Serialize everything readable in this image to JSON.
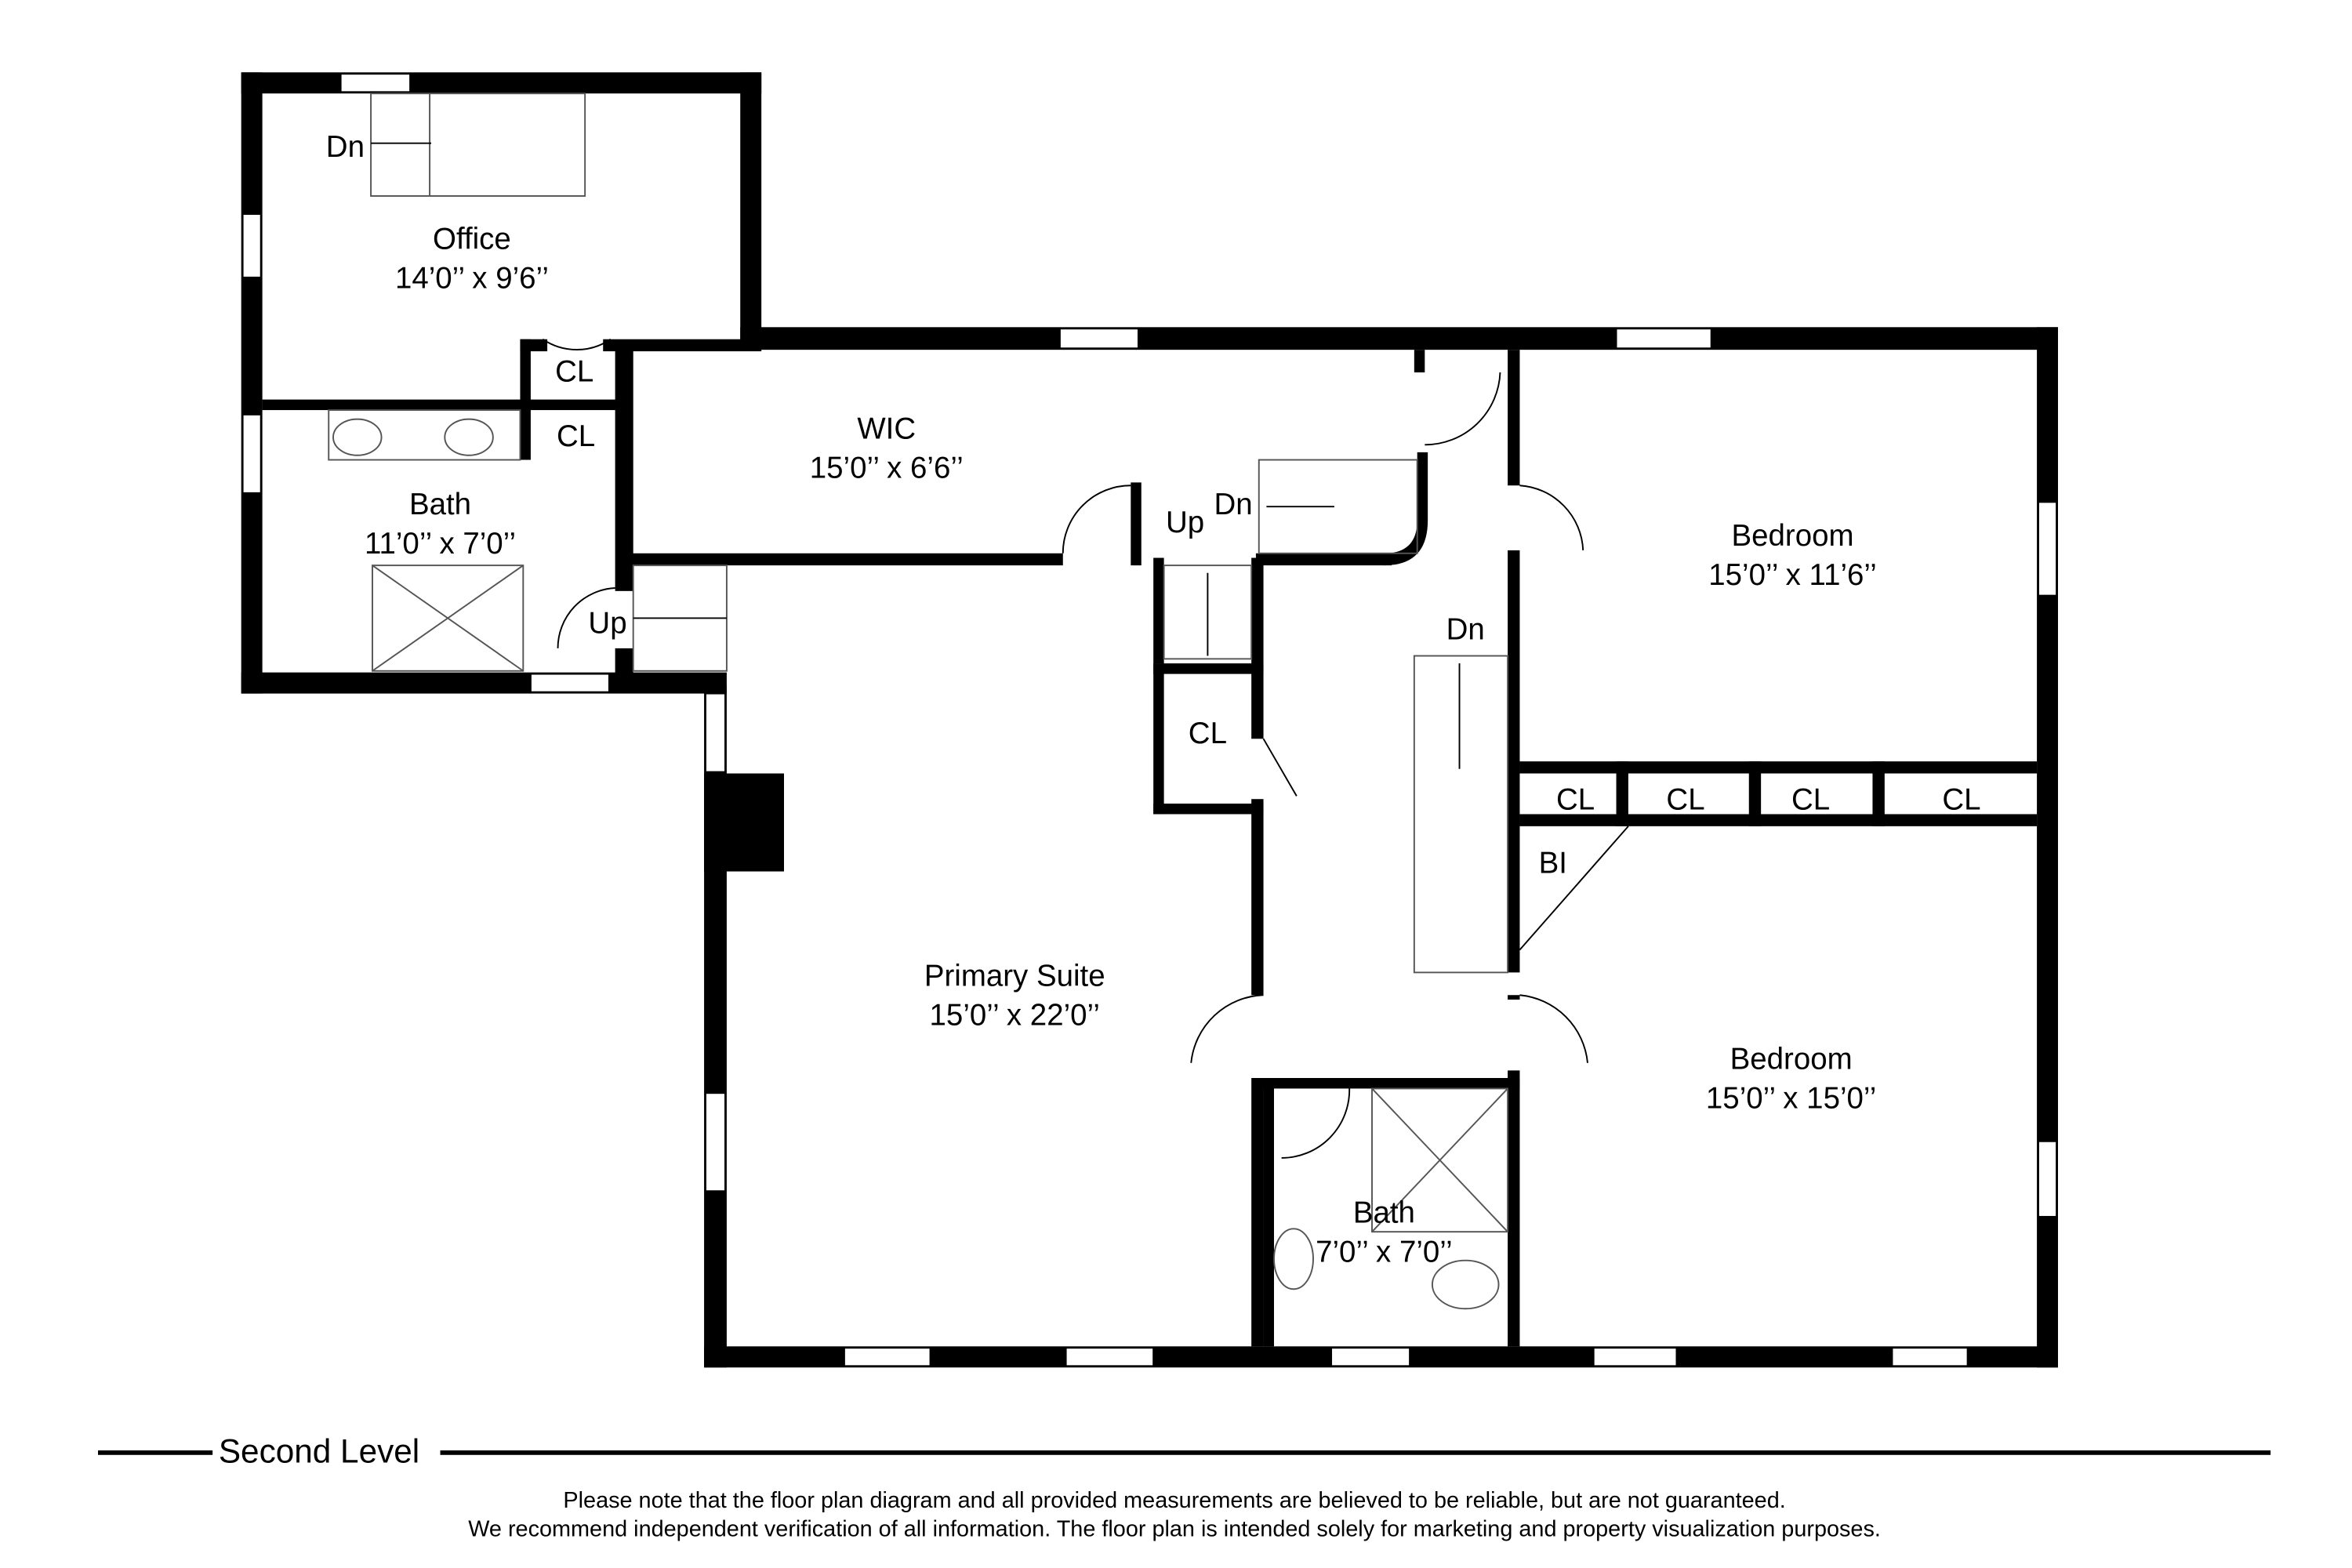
{
  "plan": {
    "level_title": "Second Level",
    "disclaimer": [
      "Please note that the floor plan diagram and all provided measurements are believed to be reliable, but are not guaranteed.",
      "We recommend independent verification of all information. The floor plan is intended solely for marketing and property visualization purposes."
    ],
    "rooms": [
      {
        "name": "Office",
        "dims": "14’0’’ x 9’6’’"
      },
      {
        "name": "Bath",
        "dims": "11’0’’ x 7’0’’"
      },
      {
        "name": "WIC",
        "dims": "15’0’’ x 6’6’’"
      },
      {
        "name": "Bedroom",
        "dims": "15’0’’ x 11’6’’"
      },
      {
        "name": "Primary Suite",
        "dims": "15’0’’ x 22’0’’"
      },
      {
        "name": "Bedroom",
        "dims": "15’0’’ x 15’0’’"
      },
      {
        "name": "Bath",
        "dims": "7’0’’ x 7’0’’"
      }
    ],
    "labels": {
      "closet": "CL",
      "down": "Dn",
      "up": "Up",
      "built_in": "BI"
    }
  }
}
